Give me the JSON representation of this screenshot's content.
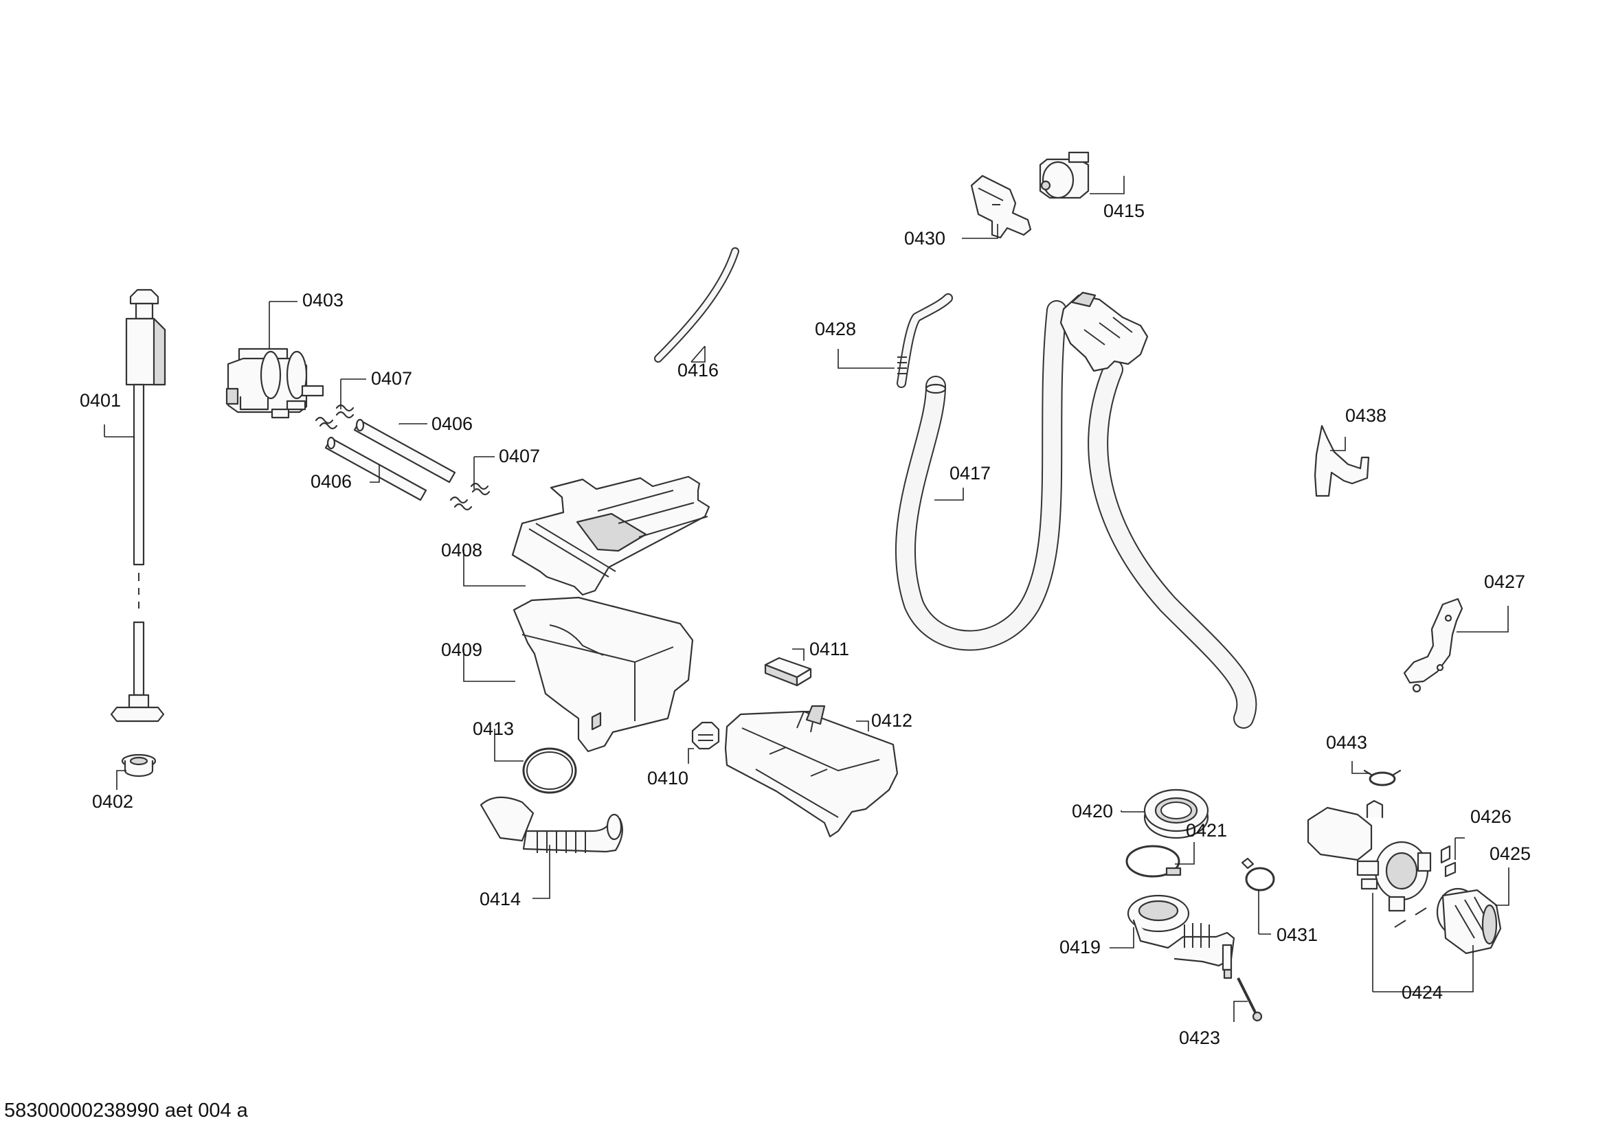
{
  "labels": {
    "p0401": "0401",
    "p0402": "0402",
    "p0403": "0403",
    "p0406a": "0406",
    "p0406b": "0406",
    "p0407a": "0407",
    "p0407b": "0407",
    "p0408": "0408",
    "p0409": "0409",
    "p0410": "0410",
    "p0411": "0411",
    "p0412": "0412",
    "p0413": "0413",
    "p0414": "0414",
    "p0415": "0415",
    "p0416": "0416",
    "p0417": "0417",
    "p0419": "0419",
    "p0420": "0420",
    "p0421": "0421",
    "p0423": "0423",
    "p0424": "0424",
    "p0425": "0425",
    "p0426": "0426",
    "p0427": "0427",
    "p0428": "0428",
    "p0430": "0430",
    "p0431": "0431",
    "p0438": "0438",
    "p0443": "0443"
  },
  "footer": "58300000238990 aet 004 a"
}
